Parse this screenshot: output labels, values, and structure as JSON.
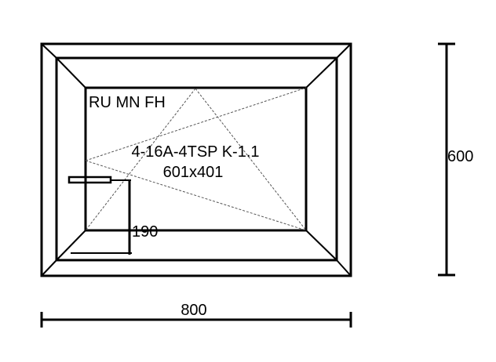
{
  "window": {
    "sash_label": "RU MN FH",
    "glass_spec": "4-16A-4TSP K-1.1",
    "glass_size": "601x401",
    "handle_height": "190"
  },
  "dimensions": {
    "width": "800",
    "height": "600"
  }
}
